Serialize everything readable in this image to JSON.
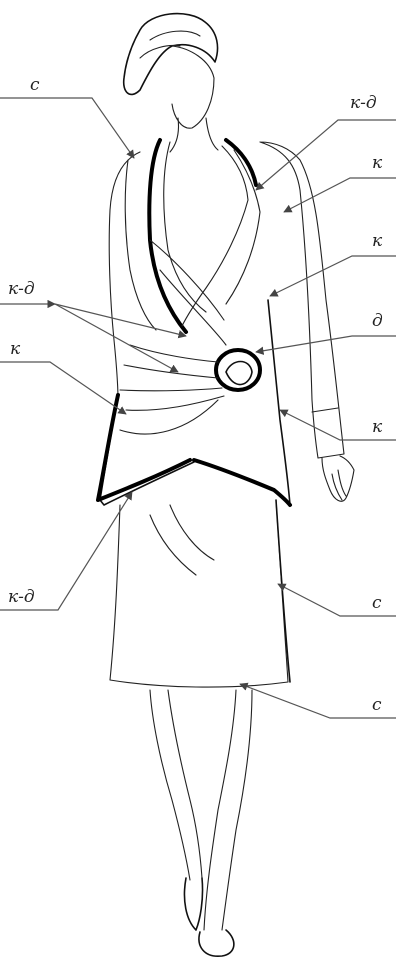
{
  "labels": {
    "c_top": "с",
    "kd_top": "к-д",
    "k_1": "к",
    "k_2": "к",
    "kd_left": "к-д",
    "d_right": "д",
    "k_left": "к",
    "k_3": "к",
    "kd_bottom": "к-д",
    "c_skirt": "с",
    "c_bottom": "с"
  },
  "colors": {
    "ink": "#000000",
    "leader": "#555555",
    "label": "#222222",
    "background": "#ffffff"
  }
}
